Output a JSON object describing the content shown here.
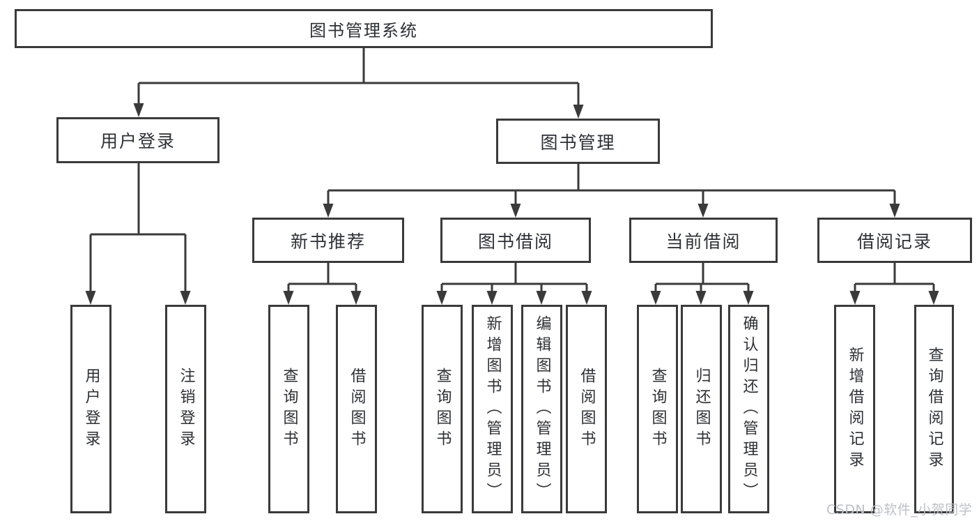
{
  "diagram_type": "tree",
  "tree": {
    "label": "图书管理系统",
    "children": [
      {
        "label": "用户登录",
        "children": [
          {
            "label": "用户登录"
          },
          {
            "label": "注销登录"
          }
        ]
      },
      {
        "label": "图书管理",
        "children": [
          {
            "label": "新书推荐",
            "children": [
              {
                "label": "查询图书"
              },
              {
                "label": "借阅图书"
              }
            ]
          },
          {
            "label": "图书借阅",
            "children": [
              {
                "label": "查询图书"
              },
              {
                "label": "新增图书（管理员）"
              },
              {
                "label": "编辑图书（管理员）"
              },
              {
                "label": "借阅图书"
              }
            ]
          },
          {
            "label": "当前借阅",
            "children": [
              {
                "label": "查询图书"
              },
              {
                "label": "归还图书"
              },
              {
                "label": "确认归还（管理员）"
              }
            ]
          },
          {
            "label": "借阅记录",
            "children": [
              {
                "label": "新增借阅记录"
              },
              {
                "label": "查询借阅记录"
              }
            ]
          }
        ]
      }
    ]
  },
  "watermark": {
    "text": "CSDN @软件_小贺同学"
  },
  "colors": {
    "line": "#3a3a3a",
    "text": "#2d3035",
    "watermark": "#bcc0c6",
    "bg": "#ffffff"
  }
}
